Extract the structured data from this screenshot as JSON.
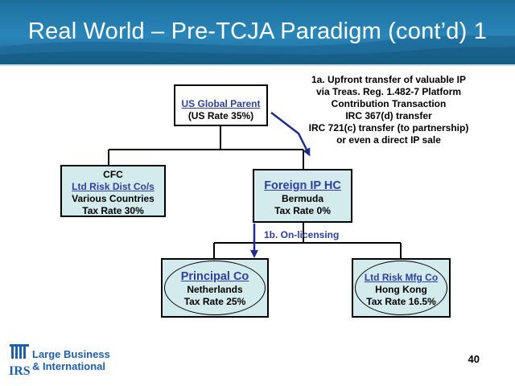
{
  "header": {
    "title": "Real World – Pre-TCJA Paradigm (cont’d) 1"
  },
  "nodes": {
    "us_parent": {
      "name": "US Global Parent",
      "line2": "(US Rate 35%)"
    },
    "cfc": {
      "line1": "CFC",
      "name": "Ltd Risk Dist Co/s",
      "line3": "Various Countries",
      "line4": "Tax Rate 30%"
    },
    "foreign_ip": {
      "name": "Foreign IP HC",
      "line2": "Bermuda",
      "line3": "Tax Rate 0%"
    },
    "principal": {
      "name": "Principal Co",
      "line2": "Netherlands",
      "line3": "Tax Rate 25%"
    },
    "mfg": {
      "name": "Ltd Risk Mfg Co",
      "line2": "Hong Kong",
      "line3": "Tax Rate 16.5%"
    }
  },
  "annotations": {
    "note_1a": [
      "1a.  Upfront transfer of valuable IP",
      "via Treas. Reg. 1.482-7 Platform",
      "Contribution Transaction",
      "IRC 367(d) transfer",
      "IRC 721(c) transfer (to partnership)",
      "or even a direct IP sale"
    ],
    "note_1b": "1b. On-licensing"
  },
  "footer": {
    "logo_text_1": "Large Business",
    "logo_text_2": "& International",
    "logo_mark": "IRS",
    "page_number": "40"
  },
  "colors": {
    "header": "#2a86b8",
    "box_fill": "#d4ebee",
    "link": "#2e3f9c",
    "arrow": "#1f2f86"
  }
}
